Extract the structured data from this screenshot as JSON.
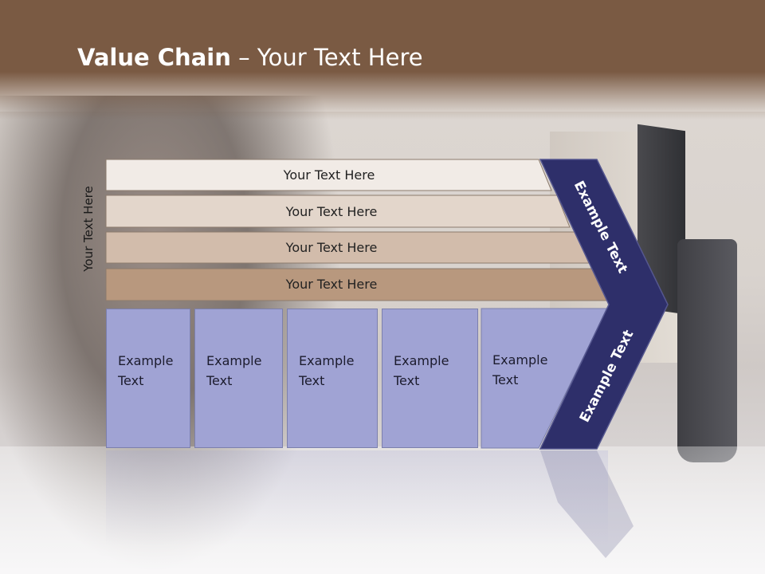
{
  "title": {
    "bold": "Value Chain",
    "rest": " – Your Text Here"
  },
  "vertical_label": "Your Text Here",
  "bars": [
    {
      "label": "Your Text Here",
      "color": "#f1ebe6"
    },
    {
      "label": "Your Text Here",
      "color": "#e3d6cb"
    },
    {
      "label": "Your Text Here",
      "color": "#d2bcab"
    },
    {
      "label": "Your Text Here",
      "color": "#b8987e"
    }
  ],
  "columns": [
    {
      "line1": "Example",
      "line2": "Text"
    },
    {
      "line1": "Example",
      "line2": "Text"
    },
    {
      "line1": "Example",
      "line2": "Text"
    },
    {
      "line1": "Example",
      "line2": "Text"
    },
    {
      "line1": "Example",
      "line2": "Text"
    }
  ],
  "chevron_top": "Example Text",
  "chevron_bottom": "Example Text",
  "colors": {
    "header": "#7a5a43",
    "chevron": "#2e2f6a",
    "column": "#a0a3d4"
  }
}
